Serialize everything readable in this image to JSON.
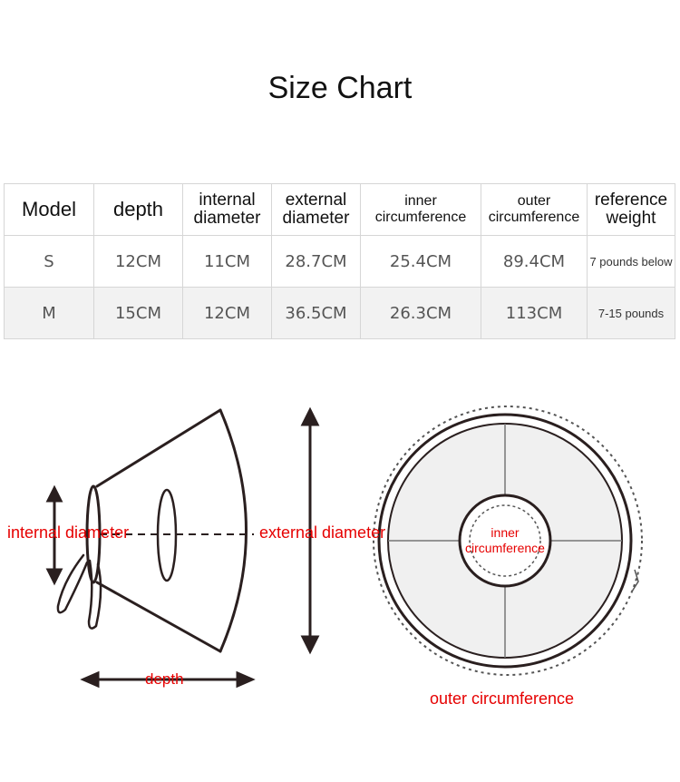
{
  "title": "Size Chart",
  "table": {
    "headers": [
      "Model",
      "depth",
      "internal diameter",
      "external diameter",
      "inner circumference",
      "outer circumference",
      "reference weight"
    ],
    "rows": [
      [
        "S",
        "12CM",
        "11CM",
        "28.7CM",
        "25.4CM",
        "89.4CM",
        "7 pounds below"
      ],
      [
        "M",
        "15CM",
        "12CM",
        "36.5CM",
        "26.3CM",
        "113CM",
        "7-15 pounds"
      ]
    ]
  },
  "diagram_labels": {
    "internal_diameter": "internal diameter",
    "external_diameter": "external diameter",
    "depth": "depth",
    "inner_circumference": "inner circumference",
    "outer_circumference": "outer circumference"
  },
  "colors": {
    "label_red": "#e60000",
    "line_dark": "#2a1f1f",
    "row_alt": "#f2f2f2"
  }
}
